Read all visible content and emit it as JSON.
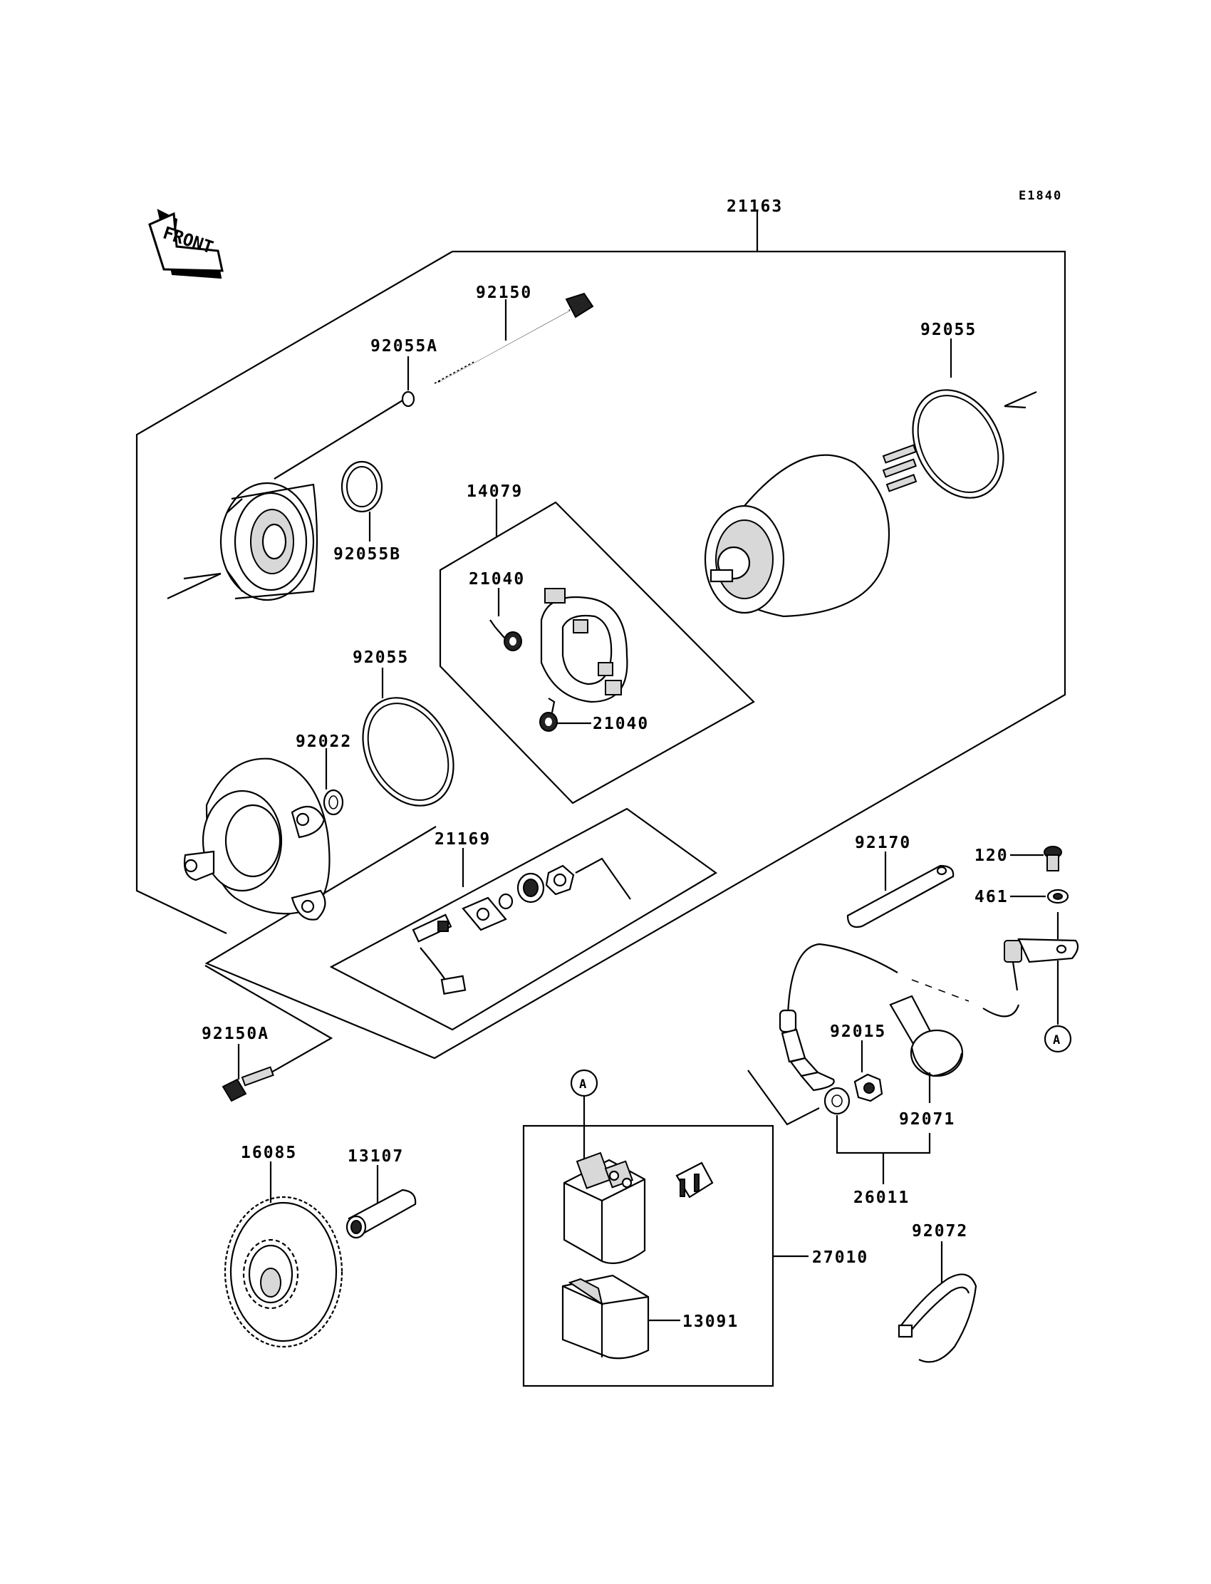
{
  "diagram_code": "E1840",
  "front_arrow_label": "FRONT",
  "callouts": {
    "starter_assembly": "21163",
    "through_bolt": "92150",
    "oring_a": "92055A",
    "oring_b": "92055B",
    "oring_rear": "92055",
    "oring_front": "92055",
    "brush_holder_set": "14079",
    "spring_upper": "21040",
    "spring_lower": "21040",
    "washer": "92022",
    "terminal_set": "21169",
    "bolt_a": "92150A",
    "band": "92170",
    "bolt_120": "120",
    "washer_461": "461",
    "ref_a_right": "A",
    "nut": "92015",
    "cap": "92071",
    "cable": "26011",
    "ref_a_relay": "A",
    "relay_assembly": "27010",
    "relay_cover": "13091",
    "gear": "16085",
    "shaft": "13107",
    "clamp": "92072"
  }
}
